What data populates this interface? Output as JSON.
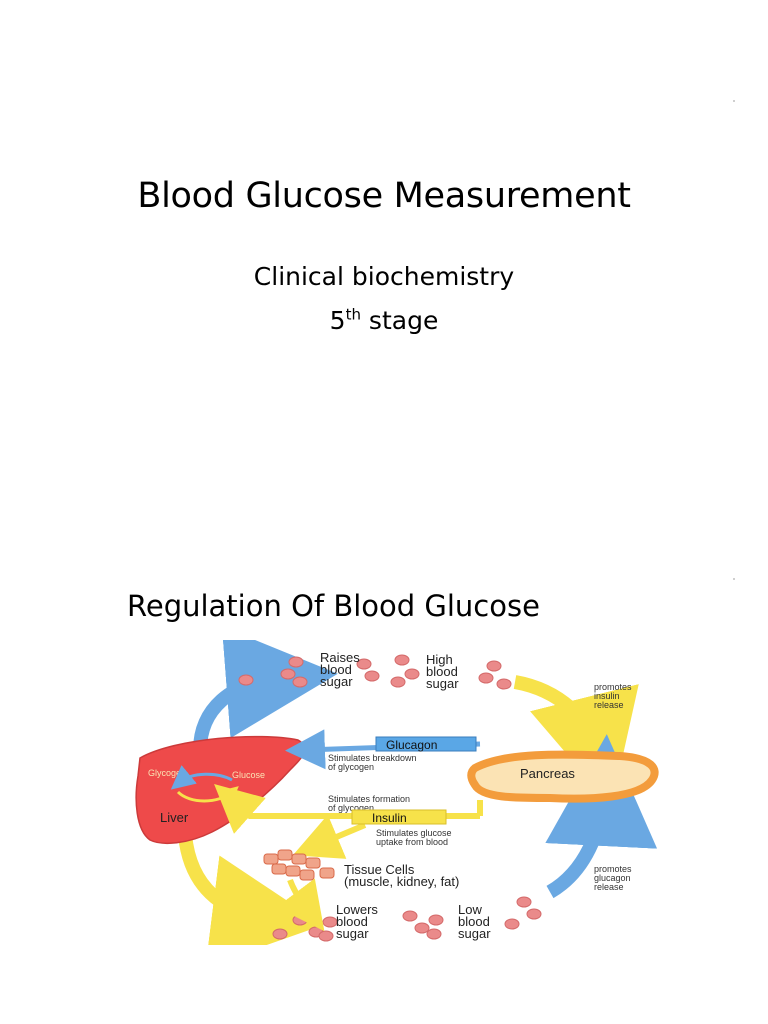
{
  "slide1": {
    "title": "Blood Glucose Measurement",
    "subtitle_line1": "Clinical biochemistry",
    "stage_number": "5",
    "stage_sup": "th",
    "stage_word": "stage"
  },
  "slide2": {
    "title": "Regulation Of  Blood Glucose"
  },
  "diagram": {
    "raises": [
      "Raises",
      "blood",
      "sugar"
    ],
    "high": [
      "High",
      "blood",
      "sugar"
    ],
    "promotes_insulin": [
      "promotes",
      "insulin",
      "release"
    ],
    "glucagon": "Glucagon",
    "glucagon_desc": [
      "Stimulates breakdown",
      "of glycogen"
    ],
    "pancreas": "Pancreas",
    "glycogen": "Glycogen",
    "glucose": "Glucose",
    "liver": "Liver",
    "insulin_desc": [
      "Stimulates formation",
      "of glycogen"
    ],
    "insulin": "Insulin",
    "uptake_desc": [
      "Stimulates glucose",
      "uptake from blood"
    ],
    "tissue": "Tissue Cells",
    "tissue_sub": "(muscle, kidney, fat)",
    "promotes_glucagon": [
      "promotes",
      "glucagon",
      "release"
    ],
    "lowers": [
      "Lowers",
      "blood",
      "sugar"
    ],
    "low": [
      "Low",
      "blood",
      "sugar"
    ]
  },
  "colors": {
    "blue_arrow": "#6aa8e2",
    "yellow_arrow": "#f7e24a",
    "liver_red": "#ee4a4a",
    "pancreas_orange": "#f39c3c",
    "pancreas_fill": "#fbe3b4",
    "glucagon_box": "#5aa7e6",
    "insulin_box": "#f7e24a",
    "cell_red": "#ea8a8a"
  }
}
